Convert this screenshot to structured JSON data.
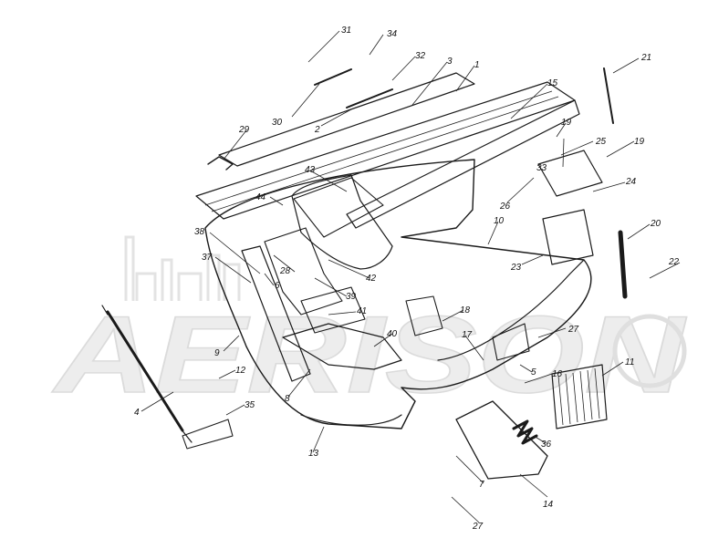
{
  "watermark": {
    "text": "AERISON",
    "color": "#e6e6e6"
  },
  "colors": {
    "line": "#1a1a1a",
    "background": "#ffffff"
  },
  "callouts": [
    {
      "id": "c31",
      "text": "31"
    },
    {
      "id": "c34",
      "text": "34"
    },
    {
      "id": "c32",
      "text": "32"
    },
    {
      "id": "c3a",
      "text": "3"
    },
    {
      "id": "c1",
      "text": "1"
    },
    {
      "id": "c21",
      "text": "21"
    },
    {
      "id": "c30",
      "text": "30"
    },
    {
      "id": "c2",
      "text": "2"
    },
    {
      "id": "c15",
      "text": "15"
    },
    {
      "id": "c19a",
      "text": "19"
    },
    {
      "id": "c19b",
      "text": "19"
    },
    {
      "id": "c25",
      "text": "25"
    },
    {
      "id": "c29",
      "text": "29"
    },
    {
      "id": "c33",
      "text": "33"
    },
    {
      "id": "c43",
      "text": "43"
    },
    {
      "id": "c24",
      "text": "24"
    },
    {
      "id": "c26",
      "text": "26"
    },
    {
      "id": "c44",
      "text": "44"
    },
    {
      "id": "c10",
      "text": "10"
    },
    {
      "id": "c20",
      "text": "20"
    },
    {
      "id": "c38",
      "text": "38"
    },
    {
      "id": "c23",
      "text": "23"
    },
    {
      "id": "c22",
      "text": "22"
    },
    {
      "id": "c37",
      "text": "37"
    },
    {
      "id": "c28",
      "text": "28"
    },
    {
      "id": "c42",
      "text": "42"
    },
    {
      "id": "c6",
      "text": "6"
    },
    {
      "id": "c39",
      "text": "39"
    },
    {
      "id": "c18",
      "text": "18"
    },
    {
      "id": "c41",
      "text": "41"
    },
    {
      "id": "c27a",
      "text": "27"
    },
    {
      "id": "c40",
      "text": "40"
    },
    {
      "id": "c17",
      "text": "17"
    },
    {
      "id": "c9",
      "text": "9"
    },
    {
      "id": "c5",
      "text": "5"
    },
    {
      "id": "c11",
      "text": "11"
    },
    {
      "id": "c12",
      "text": "12"
    },
    {
      "id": "c16",
      "text": "16"
    },
    {
      "id": "c8",
      "text": "8"
    },
    {
      "id": "c4",
      "text": "4"
    },
    {
      "id": "c35",
      "text": "35"
    },
    {
      "id": "c36",
      "text": "36"
    },
    {
      "id": "c13",
      "text": "13"
    },
    {
      "id": "c7",
      "text": "7"
    },
    {
      "id": "c14",
      "text": "14"
    },
    {
      "id": "c27b",
      "text": "27"
    }
  ]
}
